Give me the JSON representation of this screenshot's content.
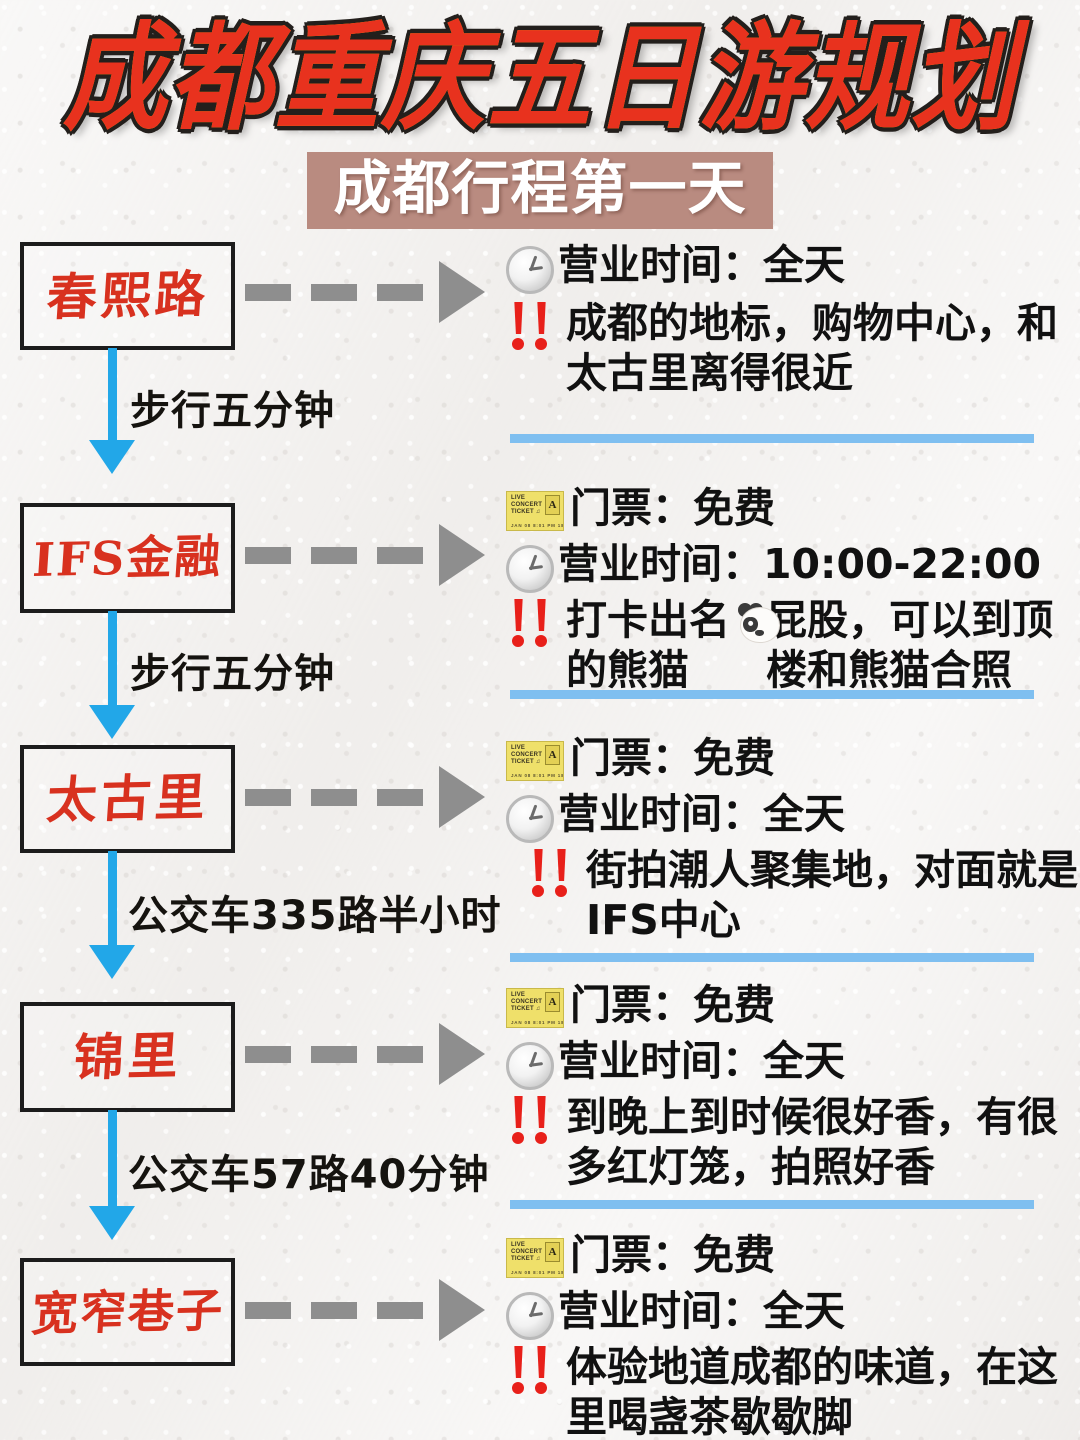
{
  "header": {
    "main_title": "成都重庆五日游规划",
    "subtitle": "成都行程第一天",
    "title_color": "#e8321e",
    "title_outline_color": "#ffc400",
    "subtitle_bg": "#b98b80",
    "subtitle_color": "#ffffff"
  },
  "palette": {
    "node_border": "#1c1c1c",
    "node_text": "#d8311f",
    "down_arrow": "#22a7e8",
    "dashed_arrow": "#8e8e8e",
    "divider": "#7fbff0",
    "body_text": "#111111",
    "bang_red": "#e8201a",
    "background": "#f1efed"
  },
  "icons": {
    "clock": "clock-icon",
    "ticket": "ticket-icon",
    "bang": "double-exclamation-icon",
    "panda": "panda-icon",
    "ticket_line1": "LIVE",
    "ticket_line2": "CONCERT",
    "ticket_line3": "TICKET ♫",
    "ticket_badge": "A",
    "ticket_foot": "JAN 08   8:01 PM     18   $45"
  },
  "stops": [
    {
      "name": "春熙路",
      "connector": "步行五分钟",
      "details": [
        {
          "icon": "clock",
          "text": "营业时间：全天"
        },
        {
          "icon": "bang",
          "text": "成都的地标，购物中心，和太古里离得很近"
        }
      ]
    },
    {
      "name": "IFS金融",
      "connector": "步行五分钟",
      "details": [
        {
          "icon": "ticket",
          "text": "门票：免费"
        },
        {
          "icon": "clock",
          "text": "营业时间：10:00-22:00"
        },
        {
          "icon": "bang",
          "text_before": "打卡出名的熊猫",
          "inline_icon": "panda",
          "text_after": "屁股，可以到顶楼和熊猫合照"
        }
      ]
    },
    {
      "name": "太古里",
      "connector": "公交车335路半小时",
      "details": [
        {
          "icon": "ticket",
          "text": "门票：免费"
        },
        {
          "icon": "clock",
          "text": "营业时间：全天"
        },
        {
          "icon": "bang",
          "text": "街拍潮人聚集地，对面就是IFS中心"
        }
      ]
    },
    {
      "name": "锦里",
      "connector": "公交车57路40分钟",
      "details": [
        {
          "icon": "ticket",
          "text": "门票：免费"
        },
        {
          "icon": "clock",
          "text": "营业时间：全天"
        },
        {
          "icon": "bang",
          "text": "到晚上到时候很好香，有很多红灯笼，拍照好香"
        }
      ]
    },
    {
      "name": "宽窄巷子",
      "connector": null,
      "details": [
        {
          "icon": "ticket",
          "text": "门票：免费"
        },
        {
          "icon": "clock",
          "text": "营业时间：全天"
        },
        {
          "icon": "bang",
          "text": "体验地道成都的味道，在这里喝盏茶歇歇脚"
        }
      ]
    }
  ]
}
